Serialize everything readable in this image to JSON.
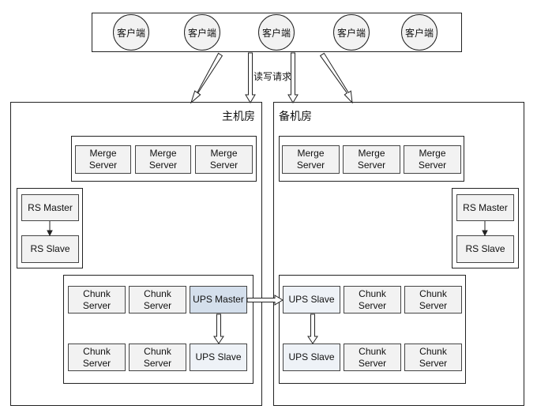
{
  "clients": [
    "客户端",
    "客户端",
    "客户端",
    "客户端",
    "客户端"
  ],
  "request_label": "读写请求",
  "primary_room": {
    "title": "主机房",
    "merge_servers": [
      "Merge\nServer",
      "Merge\nServer",
      "Merge\nServer"
    ],
    "rs": {
      "master": "RS Master",
      "slave": "RS Slave"
    },
    "chunk_top": [
      "Chunk\nServer",
      "Chunk\nServer"
    ],
    "ups_master": "UPS Master",
    "chunk_bottom": [
      "Chunk\nServer",
      "Chunk\nServer"
    ],
    "ups_slave": "UPS Slave"
  },
  "backup_room": {
    "title": "备机房",
    "merge_servers": [
      "Merge\nServer",
      "Merge\nServer",
      "Merge\nServer"
    ],
    "rs": {
      "master": "RS Master",
      "slave": "RS Slave"
    },
    "ups_slave_top": "UPS Slave",
    "chunk_top": [
      "Chunk\nServer",
      "Chunk\nServer"
    ],
    "ups_slave_bottom": "UPS Slave",
    "chunk_bottom": [
      "Chunk\nServer",
      "Chunk\nServer"
    ]
  },
  "colors": {
    "ups_master_fill": "#d4dfec",
    "line": "#222222"
  }
}
